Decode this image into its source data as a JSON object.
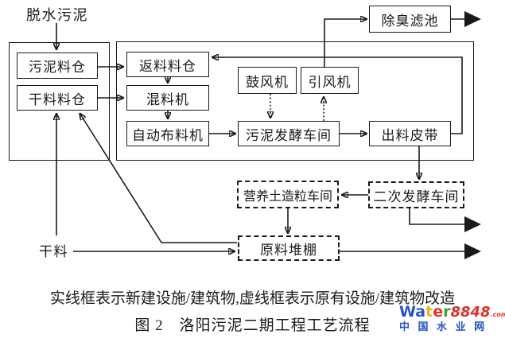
{
  "colors": {
    "line": "#1a1a1a",
    "watermark_blue": "#2353c4",
    "watermark_red": "#e0312b",
    "watermark_yellow": "#f0b01c",
    "watermark_green": "#3aa33a"
  },
  "labels": {
    "dewatered_sludge": "脱水污泥",
    "dry_material": "干料"
  },
  "nodes": {
    "sludge_silo": "污泥料仓",
    "dry_silo": "干料料仓",
    "return_silo": "返料料仓",
    "mixer": "混料机",
    "auto_spreader": "自动布料机",
    "blower": "鼓风机",
    "induced_fan": "引风机",
    "fermentation_workshop": "污泥发酵车间",
    "discharge_belt": "出料皮带",
    "deodorization_filter": "除臭滤池",
    "granulation_workshop": "营养土造粒车间",
    "secondary_fermentation_workshop": "二次发酵车间",
    "raw_material_shed": "原料堆棚"
  },
  "caption": {
    "legend": "实线框表示新建设施/建筑物,虚线框表示原有设施/建筑物改造",
    "figure_title": "图 2　洛阳污泥二期工程工艺流程"
  },
  "watermark": {
    "letters": [
      "W",
      "a",
      "t",
      "e",
      "r"
    ],
    "number": "8848",
    "suffix": ".com",
    "subtitle": "中 国 水 业 网"
  }
}
